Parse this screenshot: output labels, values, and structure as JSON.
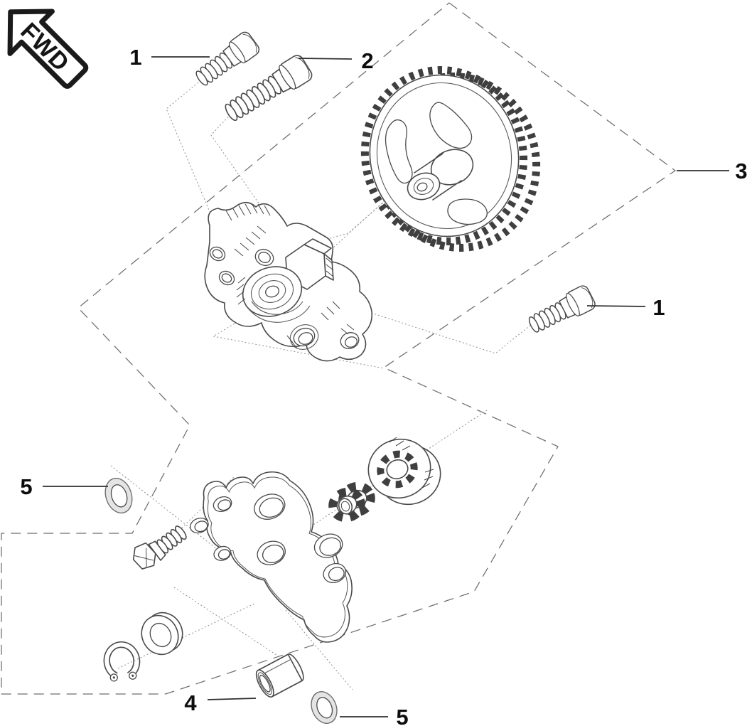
{
  "figure": {
    "fwd": {
      "label": "FWD"
    },
    "callouts": [
      {
        "label": "1"
      },
      {
        "label": "2"
      },
      {
        "label": "3"
      },
      {
        "label": "1"
      },
      {
        "label": "5"
      },
      {
        "label": "4"
      },
      {
        "label": "5"
      }
    ],
    "colors": {
      "line": "#4a4a4a",
      "label": "#0d0d0d",
      "washer_fill": "#e4e4e4",
      "background": "#ffffff"
    }
  }
}
